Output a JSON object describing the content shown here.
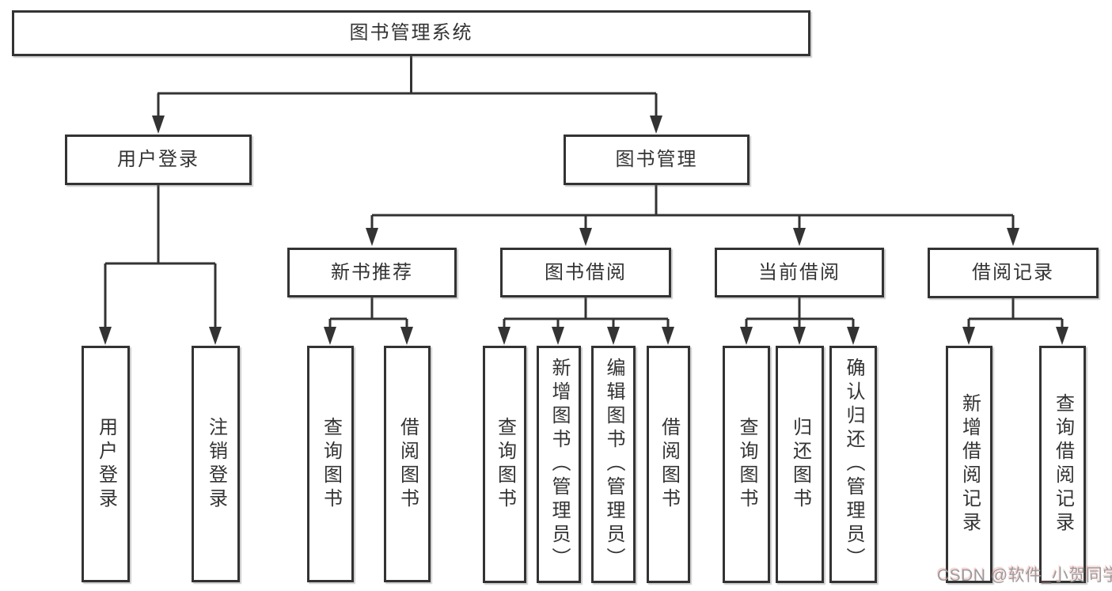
{
  "diagram_title": "图书管理系统",
  "watermark": {
    "text": "CSDN @软件_小贺同学",
    "color": "#9b9b9b"
  },
  "colors": {
    "line": "#333333",
    "box_border": "#333333",
    "box_background": "#ffffff",
    "text": "#333333",
    "page_background": "#ffffff"
  },
  "nodes": {
    "root": {
      "label": "图书管理系统"
    },
    "user_login": {
      "label": "用户登录",
      "parent": "root"
    },
    "book_mgmt": {
      "label": "图书管理",
      "parent": "root"
    },
    "new_book_rec": {
      "label": "新书推荐",
      "parent": "book_mgmt"
    },
    "book_borrow": {
      "label": "图书借阅",
      "parent": "book_mgmt"
    },
    "current_borrow": {
      "label": "当前借阅",
      "parent": "book_mgmt"
    },
    "borrow_records": {
      "label": "借阅记录",
      "parent": "book_mgmt"
    },
    "leaf_user_login": {
      "label": "用户登录",
      "parent": "user_login"
    },
    "leaf_logout": {
      "label": "注销登录",
      "parent": "user_login"
    },
    "leaf_nb_query": {
      "label": "查询图书",
      "parent": "new_book_rec"
    },
    "leaf_nb_borrow": {
      "label": "借阅图书",
      "parent": "new_book_rec"
    },
    "leaf_bb_query": {
      "label": "查询图书",
      "parent": "book_borrow"
    },
    "leaf_bb_add": {
      "label": "新增图书（管理员）",
      "parent": "book_borrow"
    },
    "leaf_bb_edit": {
      "label": "编辑图书（管理员）",
      "parent": "book_borrow"
    },
    "leaf_bb_borrow": {
      "label": "借阅图书",
      "parent": "book_borrow"
    },
    "leaf_cb_query": {
      "label": "查询图书",
      "parent": "current_borrow"
    },
    "leaf_cb_return": {
      "label": "归还图书",
      "parent": "current_borrow"
    },
    "leaf_cb_confirm": {
      "label": "确认归还（管理员）",
      "parent": "current_borrow"
    },
    "leaf_br_add": {
      "label": "新增借阅记录",
      "parent": "borrow_records"
    },
    "leaf_br_query": {
      "label": "查询借阅记录",
      "parent": "borrow_records"
    }
  }
}
